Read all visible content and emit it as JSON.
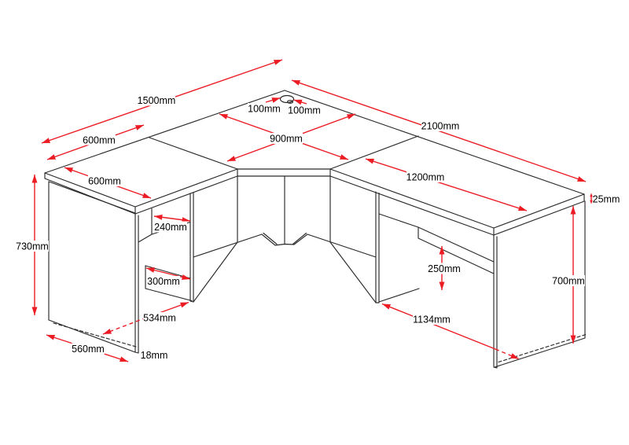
{
  "diagram": {
    "type": "isometric-technical-drawing",
    "subject": "L-shaped corner desk with dimensions",
    "colors": {
      "line": "#2a2a2a",
      "dimension_red": "#ec1c24",
      "background": "#ffffff"
    },
    "labels": {
      "overall_left_length": "1500mm",
      "overall_right_length": "2100mm",
      "return_depth_outer": "600mm",
      "return_depth_surface": "600mm",
      "grommet_offset_left": "100mm",
      "grommet_offset_right": "100mm",
      "corner_side": "900mm",
      "desktop_right_length": "1200mm",
      "top_thickness": "25mm",
      "overall_height": "730mm",
      "front_panel_width": "240mm",
      "left_modesty_width": "300mm",
      "left_clearance": "534mm",
      "side_panel_depth": "560mm",
      "panel_thickness": "18mm",
      "right_modesty_height": "250mm",
      "panel_height": "700mm",
      "right_clearance": "1134mm"
    }
  }
}
